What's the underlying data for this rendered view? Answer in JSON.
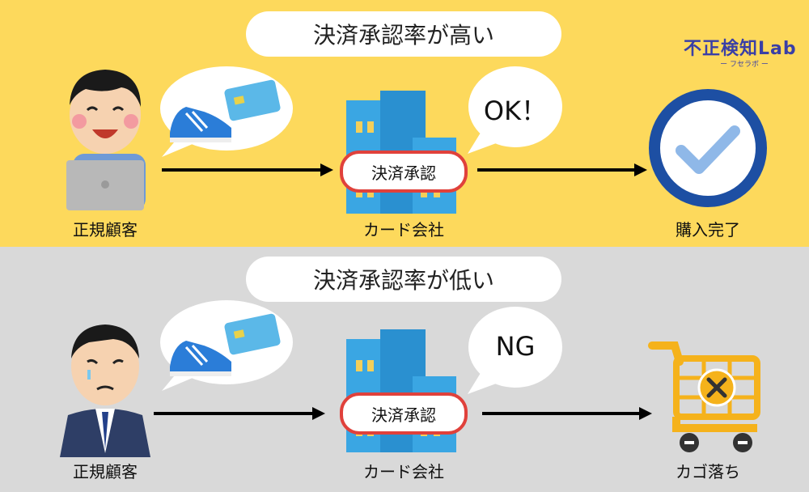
{
  "top": {
    "title": "決済承認率が高い",
    "customer_label": "正規顧客",
    "company_label": "カード会社",
    "approval_label": "決済承認",
    "response": "OK！",
    "result_label": "購入完了"
  },
  "bottom": {
    "title": "決済承認率が低い",
    "customer_label": "正規顧客",
    "company_label": "カード会社",
    "approval_label": "決済承認",
    "response": "NG",
    "result_label": "カゴ落ち"
  },
  "logo": {
    "main": "不正検知Lab",
    "sub": "ー フセラボ ー"
  },
  "colors": {
    "top_bg": "#fdd95c",
    "bottom_bg": "#d9d9d9",
    "accent_red": "#e0413b",
    "check_circle": "#1d4fa3",
    "cart": "#f5b21b"
  }
}
